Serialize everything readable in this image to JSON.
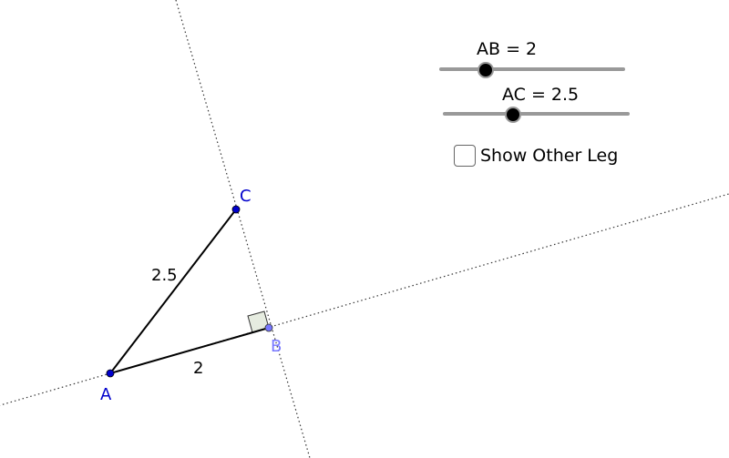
{
  "sliders": [
    {
      "label": "AB = 2",
      "value": 2,
      "min": 1,
      "max": 5
    },
    {
      "label": "AC = 2.5",
      "value": 2.5,
      "min": 1,
      "max": 5
    }
  ],
  "checkbox": {
    "label": "Show Other Leg",
    "checked": false
  },
  "points": {
    "A": {
      "label": "A"
    },
    "B": {
      "label": "B"
    },
    "C": {
      "label": "C"
    }
  },
  "segment_labels": {
    "AB": "2",
    "AC": "2.5"
  },
  "colors": {
    "point_free": "#0000cc",
    "point_dependent": "#7777ff",
    "segment": "#000000",
    "right_angle_fill": "#e6ece0",
    "slider_track": "#999999"
  }
}
